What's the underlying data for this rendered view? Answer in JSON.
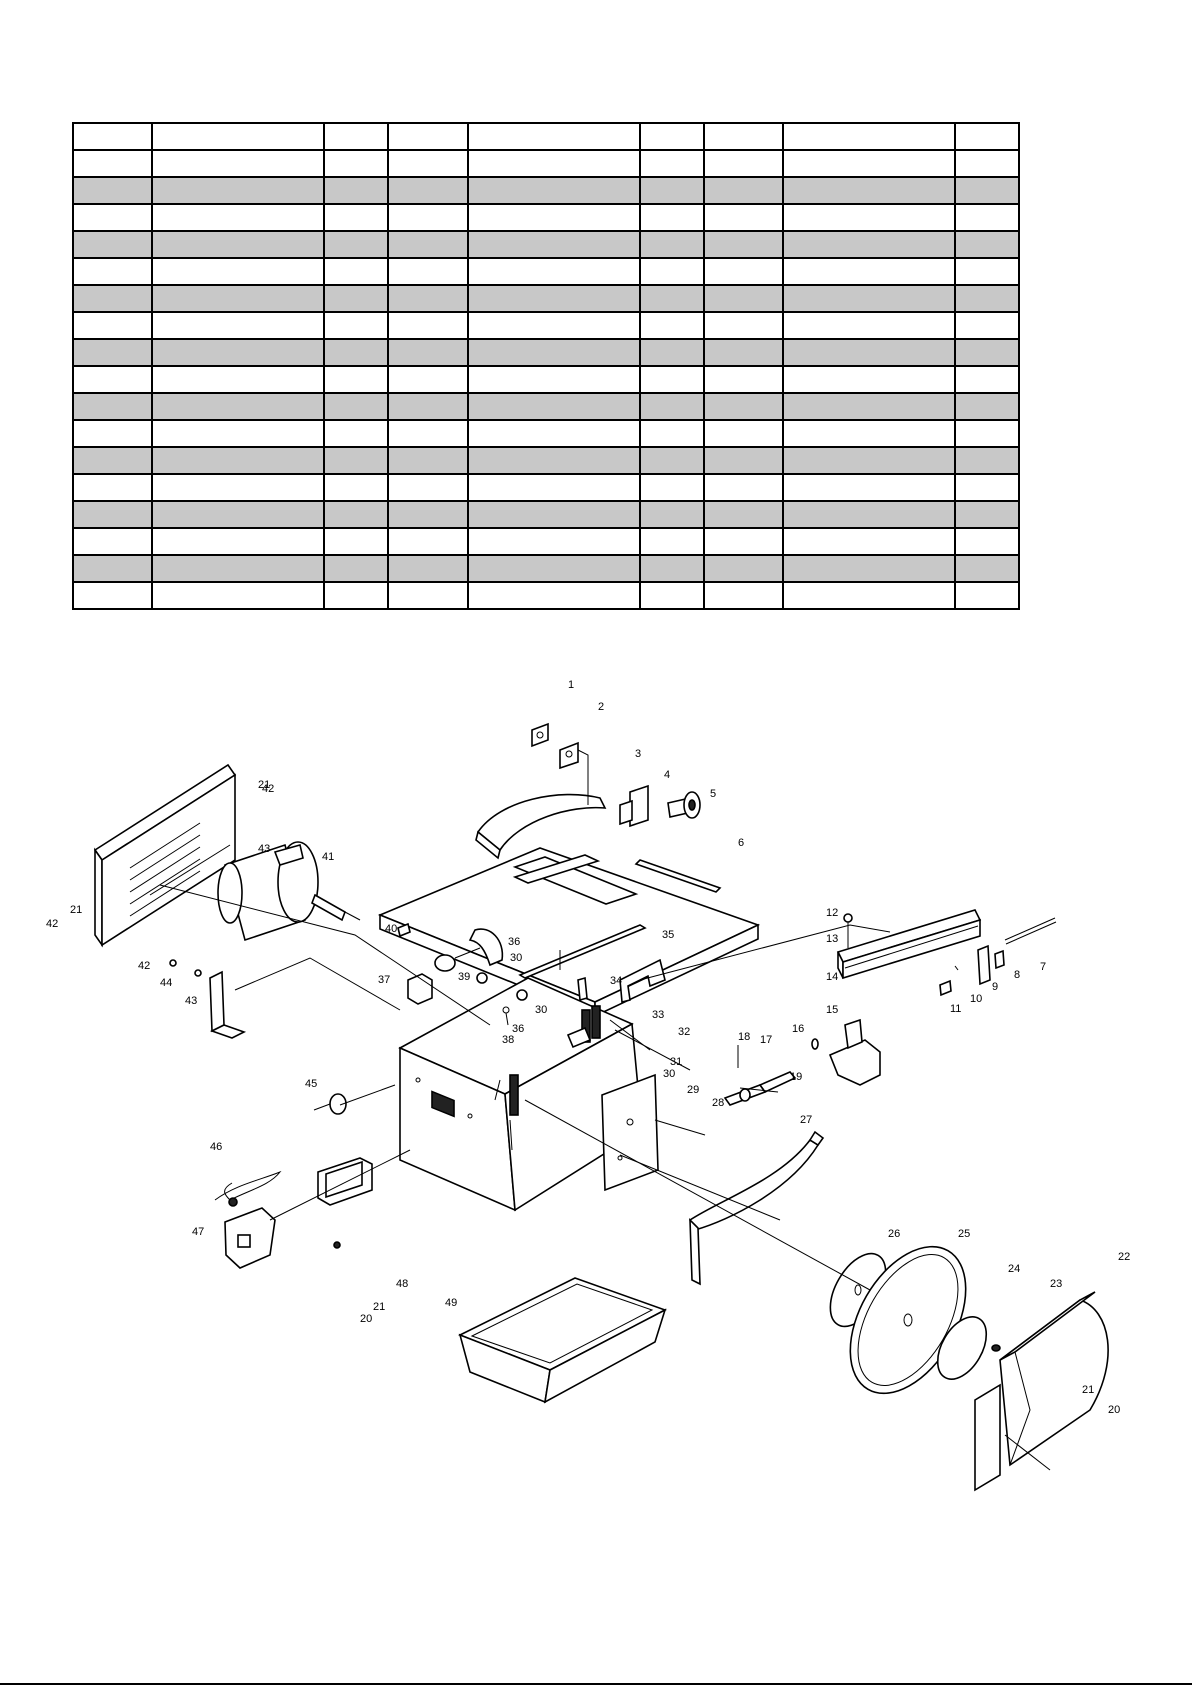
{
  "parts_table": {
    "column_count": 9,
    "row_count": 18,
    "shaded_rows": [
      2,
      4,
      6,
      8,
      10,
      12,
      14,
      16
    ]
  },
  "labels": [
    {
      "n": "1",
      "id": 1
    },
    {
      "n": "2",
      "id": 2
    },
    {
      "n": "3",
      "id": 3
    },
    {
      "n": "4",
      "id": 4
    },
    {
      "n": "5",
      "id": 5
    },
    {
      "n": "6",
      "id": 6
    },
    {
      "n": "7",
      "id": 7
    },
    {
      "n": "8",
      "id": 8
    },
    {
      "n": "9",
      "id": 9
    },
    {
      "n": "10",
      "id": 10
    },
    {
      "n": "11",
      "id": 11
    },
    {
      "n": "12",
      "id": 12
    },
    {
      "n": "13",
      "id": 13
    },
    {
      "n": "14",
      "id": 14
    },
    {
      "n": "15",
      "id": 15
    },
    {
      "n": "16",
      "id": 16
    },
    {
      "n": "17",
      "id": 17
    },
    {
      "n": "18",
      "id": 18
    },
    {
      "n": "19",
      "id": 19
    },
    {
      "n": "20",
      "id": 20
    },
    {
      "n": "20",
      "id": "20b"
    },
    {
      "n": "21",
      "id": 21
    },
    {
      "n": "21",
      "id": "21b"
    },
    {
      "n": "21",
      "id": "21c"
    },
    {
      "n": "21",
      "id": "21d"
    },
    {
      "n": "22",
      "id": 22
    },
    {
      "n": "23",
      "id": 23
    },
    {
      "n": "24",
      "id": 24
    },
    {
      "n": "25",
      "id": 25
    },
    {
      "n": "26",
      "id": 26
    },
    {
      "n": "27",
      "id": 27
    },
    {
      "n": "28",
      "id": 28
    },
    {
      "n": "29",
      "id": 29
    },
    {
      "n": "30",
      "id": 30
    },
    {
      "n": "30",
      "id": "30b"
    },
    {
      "n": "30",
      "id": "30c"
    },
    {
      "n": "31",
      "id": 31
    },
    {
      "n": "32",
      "id": 32
    },
    {
      "n": "33",
      "id": 33
    },
    {
      "n": "34",
      "id": 34
    },
    {
      "n": "35",
      "id": 35
    },
    {
      "n": "36",
      "id": 36
    },
    {
      "n": "36",
      "id": "36b"
    },
    {
      "n": "37",
      "id": 37
    },
    {
      "n": "38",
      "id": 38
    },
    {
      "n": "39",
      "id": 39
    },
    {
      "n": "40",
      "id": 40
    },
    {
      "n": "41",
      "id": 41
    },
    {
      "n": "42",
      "id": 42
    },
    {
      "n": "42",
      "id": "42b"
    },
    {
      "n": "42",
      "id": "42c"
    },
    {
      "n": "43",
      "id": 43
    },
    {
      "n": "43",
      "id": "43b"
    },
    {
      "n": "44",
      "id": 44
    },
    {
      "n": "45",
      "id": 45
    },
    {
      "n": "46",
      "id": 46
    },
    {
      "n": "47",
      "id": 47
    },
    {
      "n": "48",
      "id": 48
    },
    {
      "n": "49",
      "id": 49
    }
  ],
  "colors": {
    "line": "#000000",
    "shade": "#c8c8c8",
    "background": "#ffffff"
  }
}
